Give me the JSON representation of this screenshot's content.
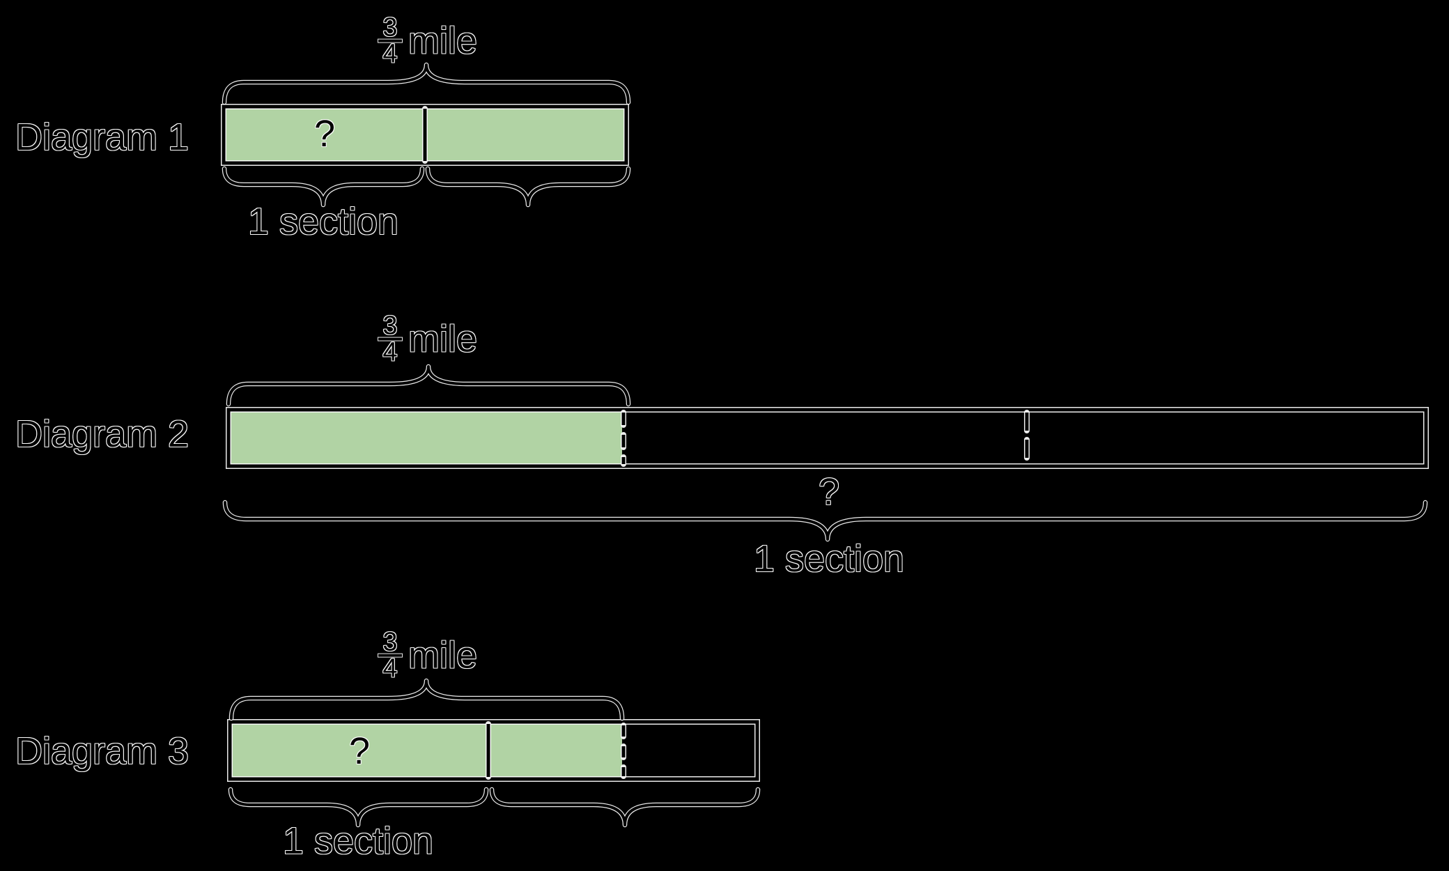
{
  "page": {
    "background": "#000000",
    "bar_fill_green": "#b1d3a4",
    "line_color": "#000000",
    "halo_color": "#ffffff"
  },
  "diagrams": [
    {
      "label": "Diagram 1",
      "distance": {
        "numerator": "3",
        "denominator": "4",
        "unit": "mile"
      },
      "bar_question": "?",
      "section_label": "1 section"
    },
    {
      "label": "Diagram 2",
      "distance": {
        "numerator": "3",
        "denominator": "4",
        "unit": "mile"
      },
      "section_question": "?",
      "section_label": "1 section"
    },
    {
      "label": "Diagram 3",
      "distance": {
        "numerator": "3",
        "denominator": "4",
        "unit": "mile"
      },
      "bar_question": "?",
      "section_label": "1 section"
    }
  ]
}
